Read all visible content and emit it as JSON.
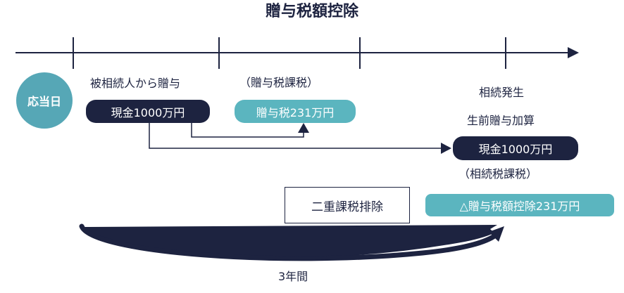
{
  "title": "贈与税額控除",
  "timeline": {
    "start_circle": "応当日",
    "gift_heading": "被相続人から贈与",
    "gift_pill": "現金1000万円",
    "gift_tax_heading": "（贈与税課税）",
    "gift_tax_pill": "贈与税231万円",
    "inheritance_heading": "相続発生",
    "addback_heading": "生前贈与加算",
    "addback_pill": "現金1000万円",
    "inheritance_tax_heading": "（相続税課税）",
    "credit_pill": "△贈与税額控除231万円",
    "double_taxation_box": "二重課税排除",
    "period_label": "3年間"
  },
  "colors": {
    "navy": "#1d2340",
    "teal": "#5bb5bf",
    "circle_teal": "#56a7b6"
  }
}
